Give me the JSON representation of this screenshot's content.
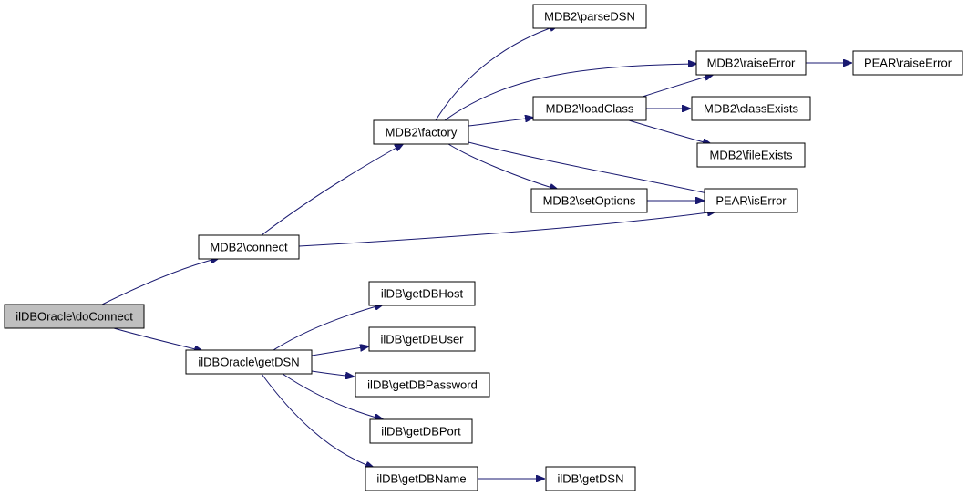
{
  "colors": {
    "node_fill": "#ffffff",
    "root_fill": "#bfbfbf",
    "edge": "#191970",
    "border": "#000000"
  },
  "nodes": {
    "root": "ilDBOracle\\doConnect",
    "connect": "MDB2\\connect",
    "getDSN": "ilDBOracle\\getDSN",
    "factory": "MDB2\\factory",
    "parseDSN": "MDB2\\parseDSN",
    "loadClass": "MDB2\\loadClass",
    "raiseError": "MDB2\\raiseError",
    "pearRaiseError": "PEAR\\raiseError",
    "classExists": "MDB2\\classExists",
    "fileExists": "MDB2\\fileExists",
    "setOptions": "MDB2\\setOptions",
    "isError": "PEAR\\isError",
    "getDBHost": "ilDB\\getDBHost",
    "getDBUser": "ilDB\\getDBUser",
    "getDBPassword": "ilDB\\getDBPassword",
    "getDBPort": "ilDB\\getDBPort",
    "getDBName": "ilDB\\getDBName",
    "ilDBgetDSN": "ilDB\\getDSN"
  }
}
